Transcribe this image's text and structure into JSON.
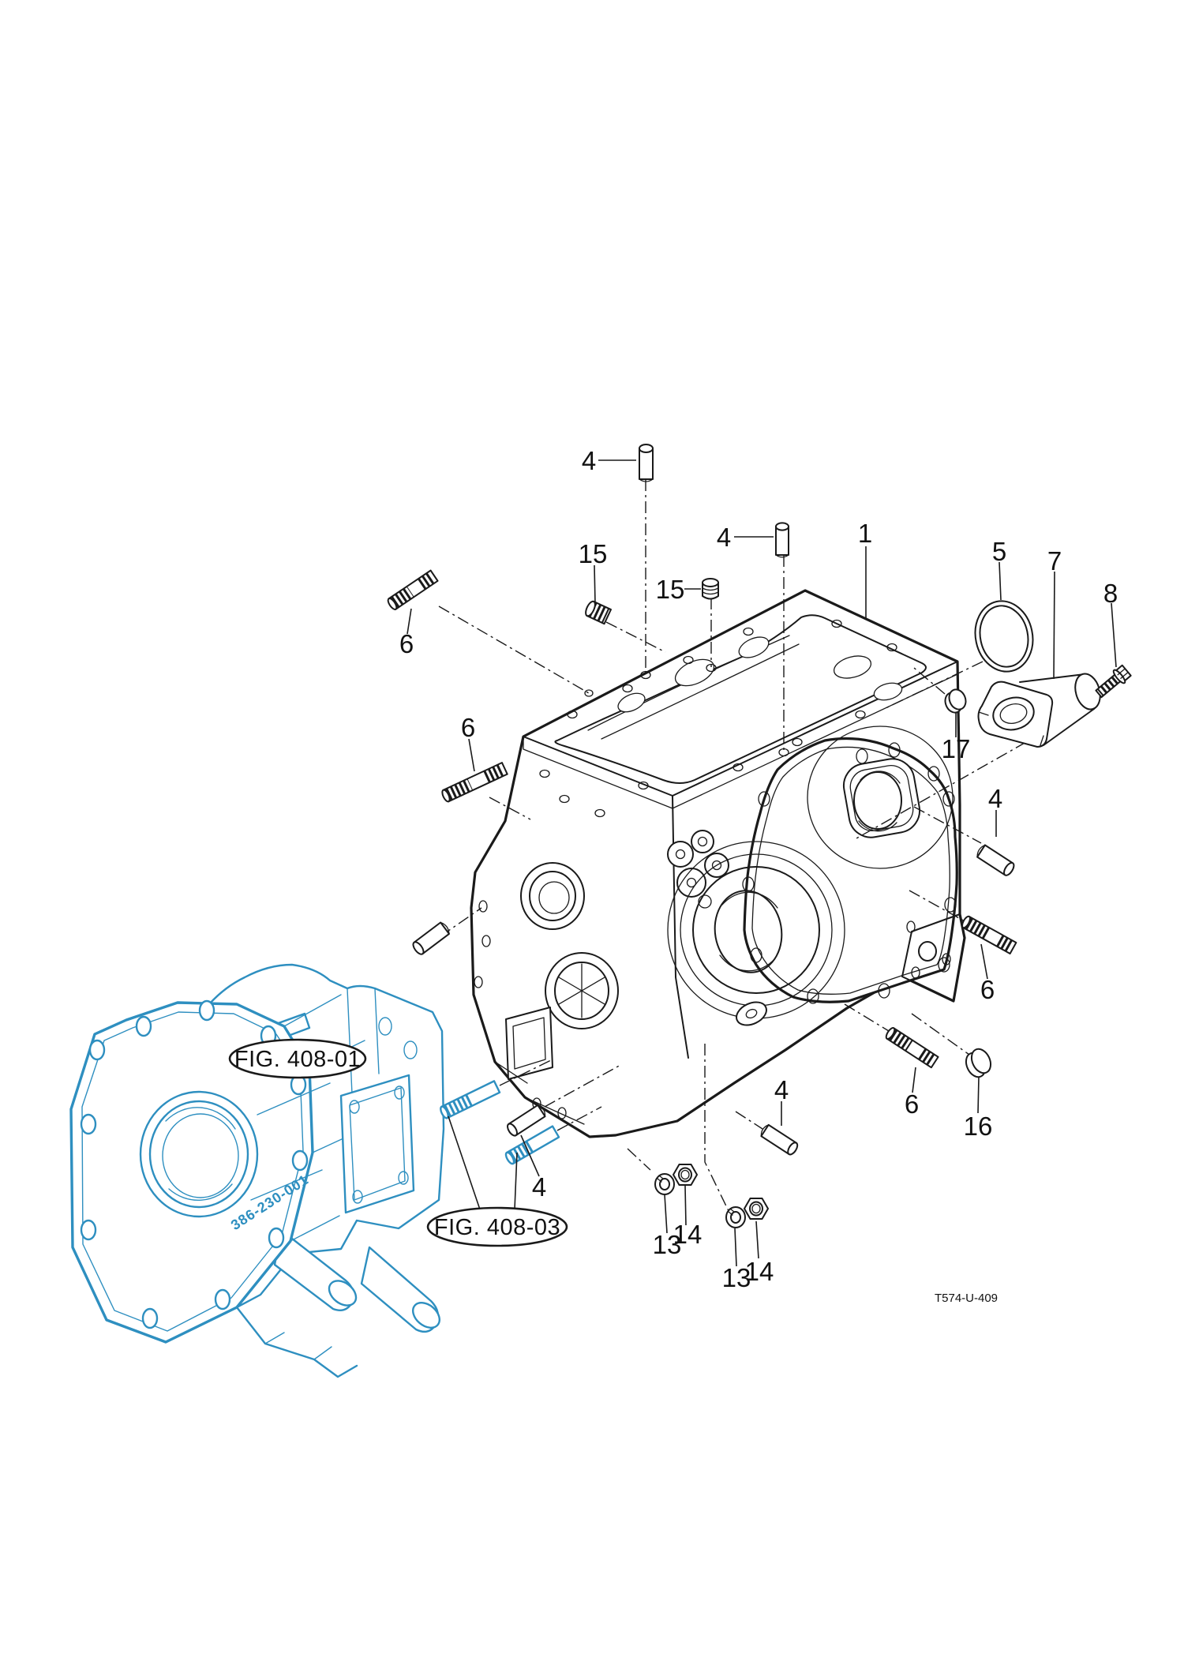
{
  "drawing_number": "T574-U-409",
  "figures": [
    {
      "label": "FIG. 408-01"
    },
    {
      "label": "FIG. 408-03"
    }
  ],
  "cast_number": "386-230-001",
  "colors": {
    "line_color": "#1a1a1a",
    "reference_part_color": "#2e8fc0",
    "background": "#ffffff"
  },
  "part_numbers_shown": [
    "1",
    "4",
    "5",
    "6",
    "7",
    "8",
    "13",
    "14",
    "15",
    "16",
    "17"
  ],
  "callouts": [
    {
      "label": "4"
    },
    {
      "label": "4"
    },
    {
      "label": "1"
    },
    {
      "label": "15"
    },
    {
      "label": "15"
    },
    {
      "label": "5"
    },
    {
      "label": "7"
    },
    {
      "label": "8"
    },
    {
      "label": "17"
    },
    {
      "label": "6"
    },
    {
      "label": "6"
    },
    {
      "label": "4"
    },
    {
      "label": "6"
    },
    {
      "label": "16"
    },
    {
      "label": "6"
    },
    {
      "label": "4"
    },
    {
      "label": "4"
    },
    {
      "label": "13"
    },
    {
      "label": "14"
    },
    {
      "label": "13"
    },
    {
      "label": "14"
    }
  ]
}
